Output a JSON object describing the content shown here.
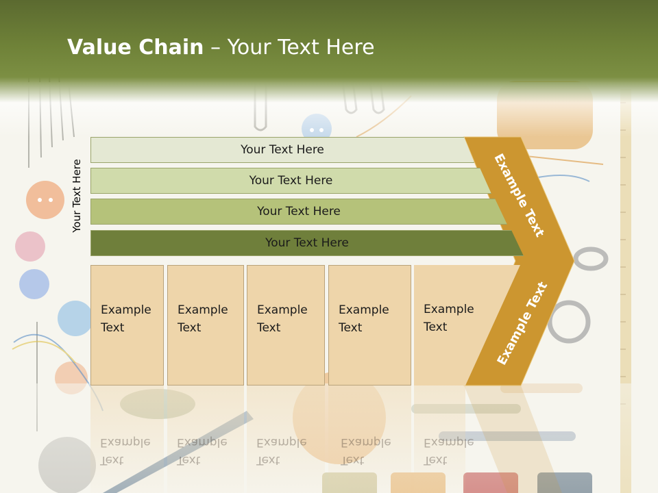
{
  "slide": {
    "title_bold": "Value Chain",
    "title_rest": " – Your Text Here",
    "side_label": "Your Text Here"
  },
  "bars": [
    {
      "label": "Your Text Here",
      "color": "#e4e8d3"
    },
    {
      "label": "Your Text Here",
      "color": "#d0dbab"
    },
    {
      "label": "Your Text Here",
      "color": "#b5c27a"
    },
    {
      "label": "Your Text Here",
      "color": "#6f7f3b"
    }
  ],
  "boxes": [
    {
      "line1": "Example",
      "line2": "Text"
    },
    {
      "line1": "Example",
      "line2": "Text"
    },
    {
      "line1": "Example",
      "line2": "Text"
    },
    {
      "line1": "Example",
      "line2": "Text"
    },
    {
      "line1": "Example",
      "line2": "Text"
    }
  ],
  "chevron": {
    "upper_label": "Example Text",
    "lower_label": "Example Text",
    "color": "#cc9630"
  },
  "colors": {
    "header": "#6f8238",
    "box_fill": "#eed5aa"
  }
}
